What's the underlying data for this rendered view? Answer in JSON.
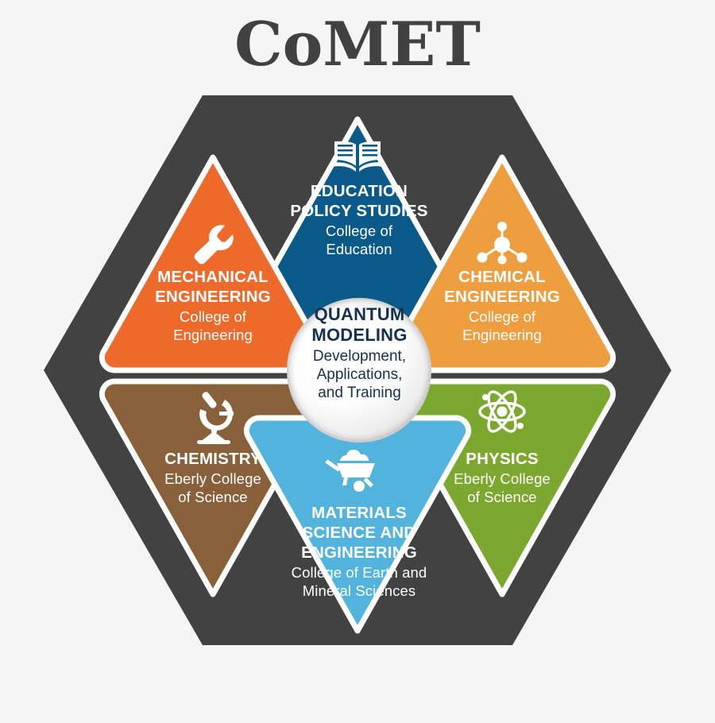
{
  "title": "CoMET",
  "colors": {
    "background": "#f5f5f5",
    "hexagon": "#424242",
    "title_text": "#414141",
    "center_text": "#15314f",
    "education_policy_studies": "#0a5a89",
    "mechanical_engineering": "#ee6a2b",
    "chemical_engineering": "#ee9e3e",
    "chemistry": "#88603a",
    "physics": "#7da82f",
    "materials_science": "#52b4dc",
    "triangle_outline": "#ffffff"
  },
  "center": {
    "title_line1": "QUANTUM",
    "title_line2": "MODELING",
    "sub_line1": "Development,",
    "sub_line2": "Applications,",
    "sub_line3": "and Training"
  },
  "segments": [
    {
      "id": "education-policy-studies",
      "position": "top",
      "icon": "open-book-icon",
      "color": "#0a5a89",
      "title_lines": [
        "EDUCATION",
        "POLICY STUDIES"
      ],
      "sub_lines": [
        "College of",
        "Education"
      ]
    },
    {
      "id": "mechanical-engineering",
      "position": "upper-left",
      "icon": "wrench-icon",
      "color": "#ee6a2b",
      "title_lines": [
        "MECHANICAL",
        "ENGINEERING"
      ],
      "sub_lines": [
        "College of",
        "Engineering"
      ]
    },
    {
      "id": "chemical-engineering",
      "position": "upper-right",
      "icon": "molecule-icon",
      "color": "#ee9e3e",
      "title_lines": [
        "CHEMICAL",
        "ENGINEERING"
      ],
      "sub_lines": [
        "College of",
        "Engineering"
      ]
    },
    {
      "id": "chemistry",
      "position": "lower-left",
      "icon": "microscope-icon",
      "color": "#88603a",
      "title_lines": [
        "CHEMISTRY"
      ],
      "sub_lines": [
        "Eberly College",
        "of Science"
      ]
    },
    {
      "id": "physics",
      "position": "lower-right",
      "icon": "atom-icon",
      "color": "#7da82f",
      "title_lines": [
        "PHYSICS"
      ],
      "sub_lines": [
        "Eberly College",
        "of Science"
      ]
    },
    {
      "id": "materials-science-and-engineering",
      "position": "bottom",
      "icon": "wheelbarrow-icon",
      "color": "#52b4dc",
      "title_lines": [
        "MATERIALS",
        "SCIENCE AND",
        "ENGINEERING"
      ],
      "sub_lines": [
        "College of Earth and",
        "Mineral Sciences"
      ]
    }
  ]
}
